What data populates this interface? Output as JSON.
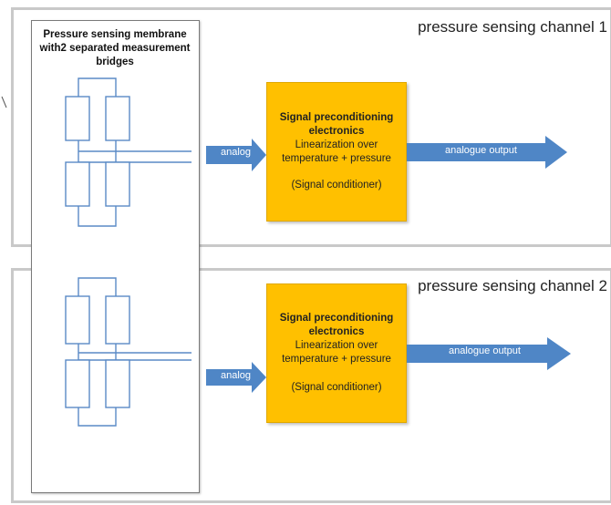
{
  "channel1": {
    "label": "pressure sensing channel 1",
    "input_arrow": "analog",
    "box_title": "Signal preconditioning electronics",
    "box_desc": "Linearization over temperature + pressure",
    "box_sub": "(Signal conditioner)",
    "output_arrow": "analogue output"
  },
  "channel2": {
    "label": "pressure sensing channel 2",
    "input_arrow": "analog",
    "box_title": "Signal preconditioning electronics",
    "box_desc": "Linearization over temperature + pressure",
    "box_sub": "(Signal conditioner)",
    "output_arrow": "analogue output"
  },
  "membrane": {
    "title": "Pressure sensing membrane with2 separated measurement bridges"
  },
  "colors": {
    "frame": "#c9c9c9",
    "box_fill": "#ffc000",
    "arrow_fill": "#4f86c6",
    "bridge_stroke": "#5a8ac6"
  }
}
